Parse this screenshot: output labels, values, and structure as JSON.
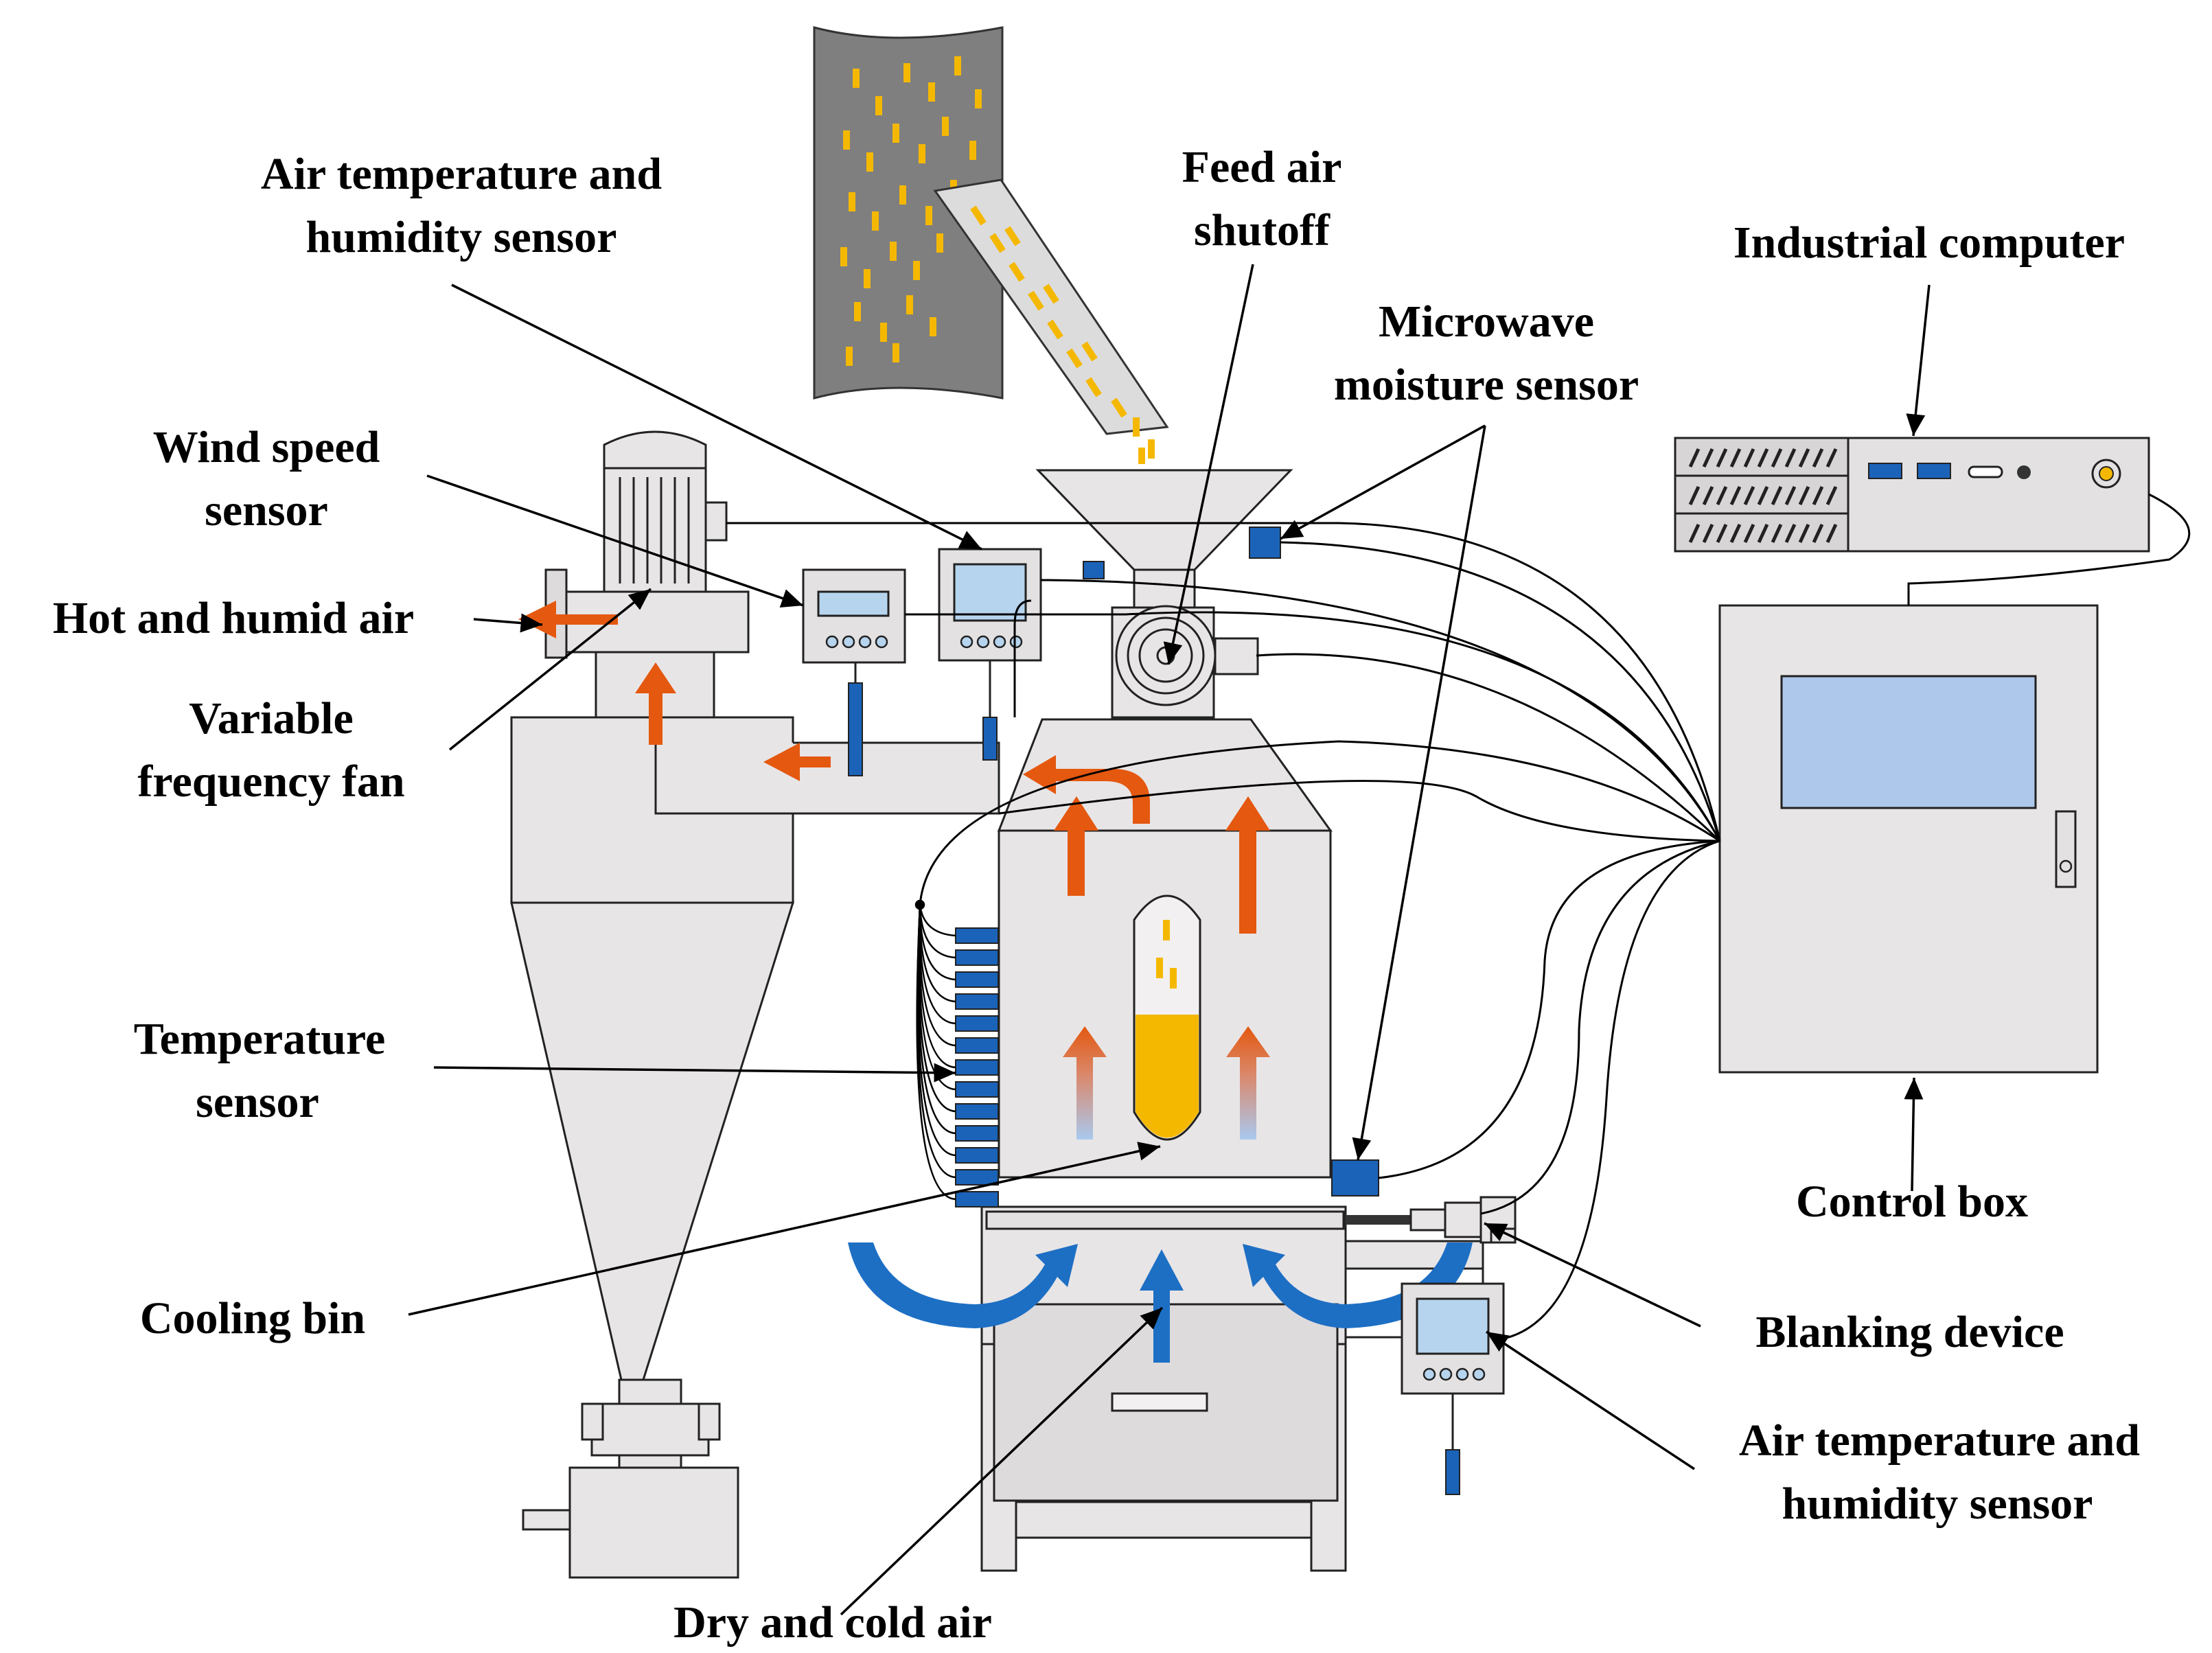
{
  "labels": {
    "air_temp_humidity_top_l1": "Air temperature and",
    "air_temp_humidity_top_l2": "humidity sensor",
    "feed_air_shutoff_l1": "Feed air",
    "feed_air_shutoff_l2": "shutoff",
    "microwave_l1": "Microwave",
    "microwave_l2": "moisture sensor",
    "industrial_computer": "Industrial computer",
    "wind_speed_l1": "Wind speed",
    "wind_speed_l2": "sensor",
    "hot_humid_air": "Hot and humid air",
    "variable_fan_l1": "Variable",
    "variable_fan_l2": "frequency fan",
    "temperature_sensor_l1": "Temperature",
    "temperature_sensor_l2": "sensor",
    "cooling_bin": "Cooling bin",
    "control_box": "Control box",
    "blanking_device": "Blanking device",
    "air_temp_humidity_bottom_l1": "Air temperature and",
    "air_temp_humidity_bottom_l2": "humidity sensor",
    "dry_cold_air": "Dry and cold air"
  },
  "colors": {
    "hot_air": "#e4580f",
    "cold_air": "#1d6fc4",
    "grain": "#f5b800",
    "sensor_blue": "#1b63b8",
    "screen": "#b6d4ee",
    "equipment": "#e8e5e6",
    "silo": "#7f7f7f"
  },
  "icons": [
    "fan-motor-icon",
    "display-sensor-icon",
    "microwave-sensor-icon",
    "airlock-valve-icon",
    "computer-vent-icon"
  ]
}
